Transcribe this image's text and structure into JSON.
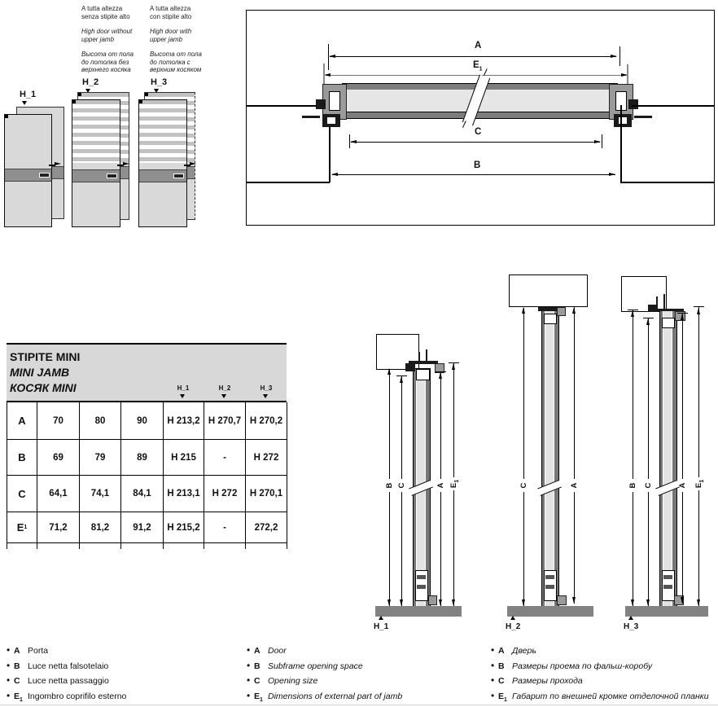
{
  "top_left": {
    "notes": [
      {
        "it": [
          "A tutta altezza",
          "senza stipite alto"
        ],
        "en": [
          "High door without",
          "upper jamb"
        ],
        "ru": [
          "Высота от пола",
          "до потолка без",
          "верхнего косяка"
        ]
      },
      {
        "it": [
          "A tutta altezza",
          "con stipite alto"
        ],
        "en": [
          "High door with",
          "upper jamb"
        ],
        "ru": [
          "Высота от пола",
          "до потолка с",
          "верхним косяком"
        ]
      }
    ],
    "door_labels": [
      "H_1",
      "H_2",
      "H_3"
    ]
  },
  "plan": {
    "labels": {
      "a": "A",
      "e": "E",
      "e_sub": "1",
      "c": "C",
      "b": "B"
    }
  },
  "table": {
    "title": [
      "STIPITE MINI",
      "MINI JAMB",
      "КОСЯК MINI"
    ],
    "h_cols": [
      "H_1",
      "H_2",
      "H_3"
    ],
    "rows": [
      {
        "k": "A",
        "s": "",
        "c": [
          "70",
          "80",
          "90",
          "H 213,2",
          "H 270,7",
          "H 270,2"
        ]
      },
      {
        "k": "B",
        "s": "",
        "c": [
          "69",
          "79",
          "89",
          "H 215",
          "-",
          "H 272"
        ]
      },
      {
        "k": "C",
        "s": "",
        "c": [
          "64,1",
          "74,1",
          "84,1",
          "H 213,1",
          "H 272",
          "H 270,1"
        ]
      },
      {
        "k": "E",
        "s": "1",
        "c": [
          "71,2",
          "81,2",
          "91,2",
          "H 215,2",
          "-",
          "272,2"
        ]
      }
    ]
  },
  "elev": {
    "labels": [
      "H_1",
      "H_2",
      "H_3"
    ],
    "d": {
      "a": "A",
      "b": "B",
      "c": "C",
      "e": "E",
      "e_sub": "1"
    }
  },
  "legend": {
    "it": [
      {
        "k": "A",
        "s": "",
        "t": "Porta"
      },
      {
        "k": "B",
        "s": "",
        "t": "Luce netta falsotelaio"
      },
      {
        "k": "C",
        "s": "",
        "t": "Luce netta passaggio"
      },
      {
        "k": "E",
        "s": "1",
        "t": "Ingombro coprifilo esterno"
      }
    ],
    "en": [
      {
        "k": "A",
        "s": "",
        "t": "Door"
      },
      {
        "k": "B",
        "s": "",
        "t": "Subframe opening space"
      },
      {
        "k": "C",
        "s": "",
        "t": "Opening size"
      },
      {
        "k": "E",
        "s": "1",
        "t": "Dimensions of external part of jamb"
      }
    ],
    "ru": [
      {
        "k": "A",
        "s": "",
        "t": "Дверь"
      },
      {
        "k": "B",
        "s": "",
        "t": "Размеры проема по фальш-коробу"
      },
      {
        "k": "C",
        "s": "",
        "t": "Размеры прохода"
      },
      {
        "k": "E",
        "s": "1",
        "t": "Габарит по внешней кромке отделочной планки"
      }
    ]
  }
}
